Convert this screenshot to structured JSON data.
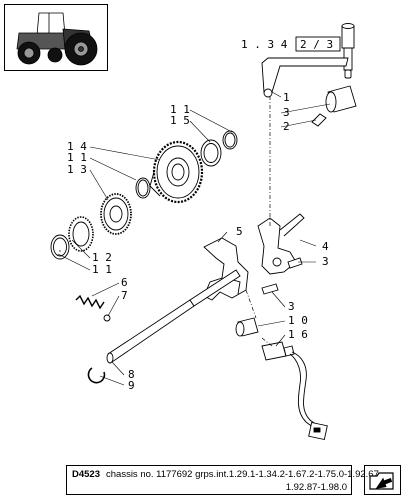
{
  "header": {
    "reference": {
      "prefix": "1 . 3 4 .",
      "page_box": "2 / 3"
    }
  },
  "callouts": {
    "p1": "1",
    "p3a": "3",
    "p2": "2",
    "p11a": "1 1",
    "p15": "1 5",
    "p14": "1 4",
    "p11b": "1 1",
    "p13": "1 3",
    "p12": "1 2",
    "p11c": "1 1",
    "p6": "6",
    "p7": "7",
    "p5": "5",
    "p4": "4",
    "p3b": "3",
    "p3c": "3",
    "p10": "1 0",
    "p16": "1 6",
    "p8": "8",
    "p9": "9"
  },
  "footer": {
    "code": "D4523",
    "line1": "chassis no. 1177692 grps.int.1.29.1-1.34.2-1.67.2-1.75.0-1.92.67",
    "line2": "1.92.87-1.98.0"
  },
  "icons": {
    "tractor": "tractor-thumbnail-icon",
    "nav": "folder-arrow-icon"
  }
}
